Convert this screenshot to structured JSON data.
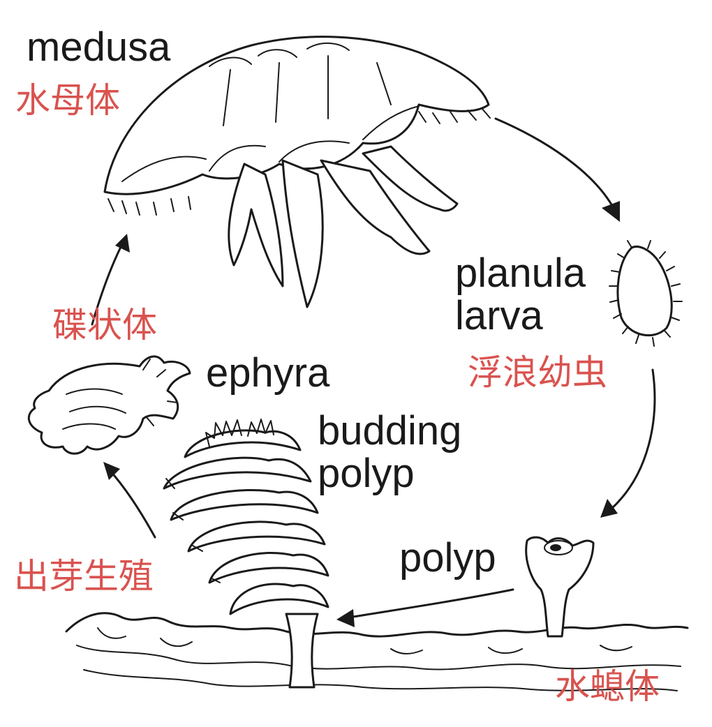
{
  "colors": {
    "ink": "#1a1a1a",
    "chinese_label": "#d9534f",
    "background": "#ffffff"
  },
  "stages": {
    "medusa": {
      "en": "medusa",
      "zh": "水母体"
    },
    "planula": {
      "en": "planula\nlarva",
      "zh": "浮浪幼虫"
    },
    "polyp": {
      "en": "polyp",
      "zh": "水螅体"
    },
    "budding": {
      "en": "budding\npolyp",
      "zh": "出芽生殖"
    },
    "ephyra": {
      "en": "ephyra",
      "zh": "碟状体"
    }
  }
}
